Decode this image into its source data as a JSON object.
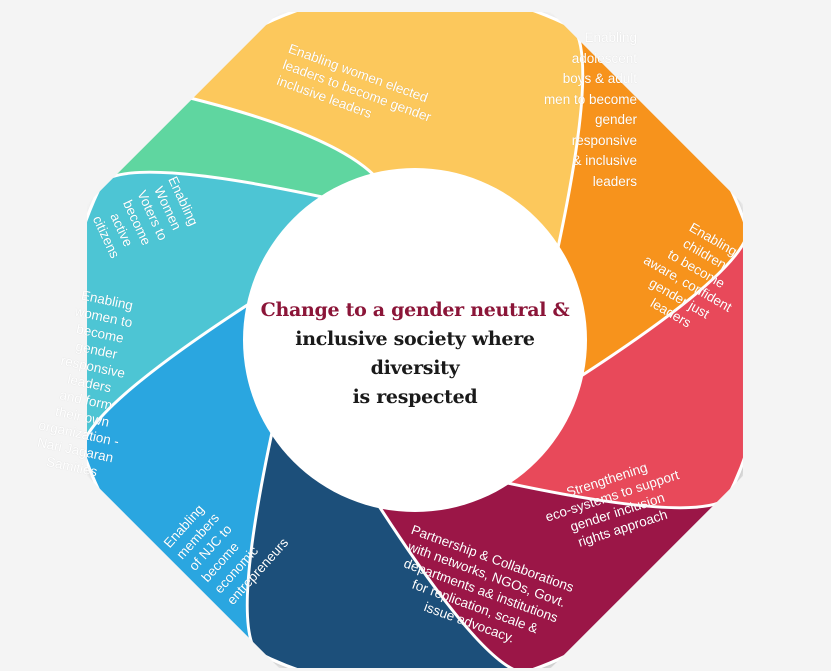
{
  "center": {
    "line1": "Change to a gender neutral &",
    "line2": "inclusive society where diversity",
    "line3": "is respected"
  },
  "segments": [
    {
      "id": "women-leaders",
      "color": "#fcc85c",
      "text": "Enabling women elected\nleaders to become gender\ninclusive leaders"
    },
    {
      "id": "adolescent-boys",
      "color": "#f7931e",
      "text": "Enabling\nadolescent\nboys & adult\nmen to become\ngender\nresponsive\n& inclusive\nleaders"
    },
    {
      "id": "children",
      "color": "#e8495a",
      "text": "Enabling\nchildren\nto become\naware, confident\ngender just\nleaders"
    },
    {
      "id": "eco-systems",
      "color": "#9b1446",
      "text": "Strengthening\neco-systems to support\ngender inclusion\nrights approach"
    },
    {
      "id": "partnership",
      "color": "#1a4f7a",
      "text": "Partnership & Collaborations\nwith networks, NGOs, Govt.\ndepartments a& institutions\nfor replication, scale &\nissue advocacy."
    },
    {
      "id": "njc-members",
      "color": "#2aa6e0",
      "text": "Enabling\nmembers\nof NJC to\nbecome\neconomic\nentrepreneurs"
    },
    {
      "id": "women-organization",
      "color": "#4ec5d4",
      "text": "Enabling\nwomen to\nbecome\ngender\nresponsive\nleaders\nand form\ntheir own\norganization -\nNari Jagaran\nSamities"
    },
    {
      "id": "women-voters",
      "color": "#5ed6a0",
      "text": "Enabling\nWomen\nVoters to\nbecome\nactive\ncitizens"
    }
  ]
}
